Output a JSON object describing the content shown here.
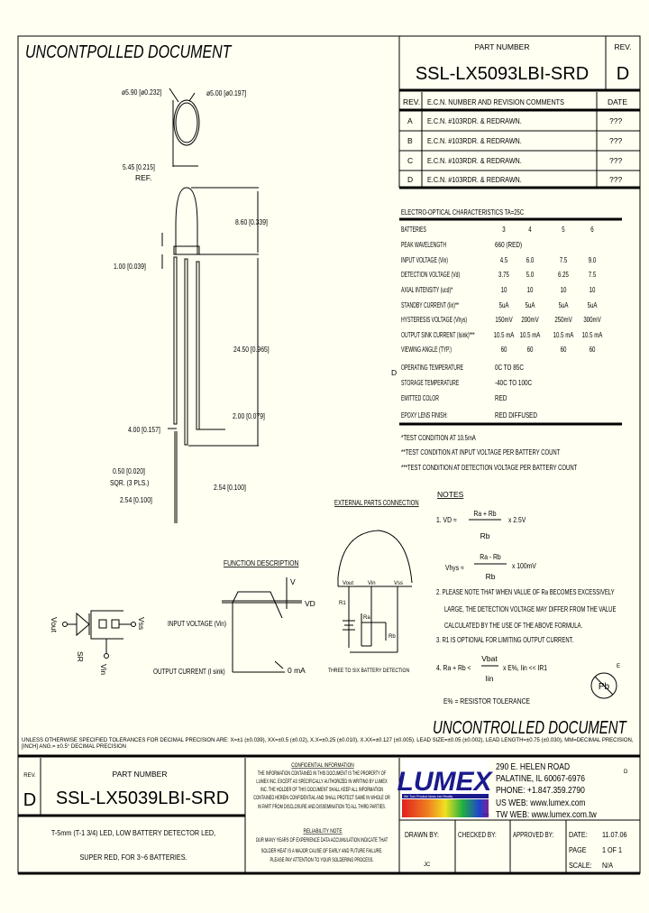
{
  "header": {
    "watermark_top": "UNCONTPOLLED DOCUMENT",
    "part_number_label": "PART NUMBER",
    "part_number": "SSL-LX5093LBI-SRD",
    "rev_label": "REV.",
    "rev": "D"
  },
  "revisions": {
    "columns": [
      "REV.",
      "E.C.N. NUMBER AND REVISION COMMENTS",
      "DATE"
    ],
    "rows": [
      {
        "rev": "A",
        "comment": "E.C.N. #103RDR. & REDRAWN.",
        "date": "???"
      },
      {
        "rev": "B",
        "comment": "E.C.N. #103RDR. & REDRAWN.",
        "date": "???"
      },
      {
        "rev": "C",
        "comment": "E.C.N. #103RDR. & REDRAWN.",
        "date": "???"
      },
      {
        "rev": "D",
        "comment": "E.C.N. #103RDR. & REDRAWN.",
        "date": "???"
      }
    ]
  },
  "characteristics": {
    "title": "ELECTRO-OPTICAL CHARACTERISTICS TA=25C",
    "rows": [
      {
        "label": "BATTERIES",
        "values": [
          "3",
          "4",
          "5",
          "6"
        ]
      },
      {
        "label": "PEAK WAVELENGTH",
        "span": "660 (RED)"
      },
      {
        "label": "INPUT VOLTAGE (Vin)",
        "values": [
          "4.5",
          "6.0",
          "7.5",
          "9.0"
        ]
      },
      {
        "label": "DETECTION VOLTAGE (Vd)",
        "values": [
          "3.75",
          "5.0",
          "6.25",
          "7.5"
        ]
      },
      {
        "label": "AXIAL INTENSITY (ucd)*",
        "values": [
          "10",
          "10",
          "10",
          "10"
        ]
      },
      {
        "label": "STANDBY CURRENT (Iin)**",
        "values": [
          "5uA",
          "5uA",
          "5uA",
          "5uA"
        ]
      },
      {
        "label": "HYSTERESIS VOLTAGE (Vhys)",
        "values": [
          "150mV",
          "200mV",
          "250mV",
          "300mV"
        ]
      },
      {
        "label": "OUTPUT SINK CURRENT (Isink)***",
        "values": [
          "10.5 mA",
          "10.5 mA",
          "10.5 mA",
          "10.5 mA"
        ]
      },
      {
        "label": "VIEWING ANGLE (TYP.)",
        "values": [
          "60",
          "60",
          "60",
          "60"
        ]
      },
      {
        "label": "OPERATING TEMPERATURE",
        "span": "0C TO 85C"
      },
      {
        "label": "STORAGE TEMPERATURE",
        "span": "-40C TO 100C"
      },
      {
        "label": "EMITTED COLOR",
        "span": "RED"
      },
      {
        "label": "EPOXY LENS FINISH:",
        "span": "RED DIFFUSED"
      }
    ],
    "footnotes": [
      "*TEST CONDITION AT 10.5mA",
      "**TEST CONDITION AT INPUT VOLTAGE PER BATTERY COUNT",
      "***TEST CONDITION AT DETECTION VOLTAGE PER BATTERY COUNT"
    ],
    "side_mark": "D"
  },
  "dimensions": {
    "d1": "ø5.90 [ø0.232]",
    "d2": "ø5.00 [ø0.197]",
    "d3": "5.45 [0.215]",
    "d3_ref": "REF.",
    "d4": "8.60 [0.339]",
    "d5": "1.00 [0.039]",
    "d6": "24.50 [0.965]",
    "d7": "2.00 [0.079]",
    "d8": "4.00 [0.157]",
    "d9": "0.50 [0.020]",
    "d9_sub": "SQR. (3 PLS.)",
    "d10": "2.54 [0.100]",
    "d11": "2.54 [0.100]"
  },
  "symbol": {
    "vout": "Vout",
    "vss": "Vss",
    "vin": "Vin",
    "sr": "SR"
  },
  "function_desc": {
    "title": "FUNCTION DESCRIPTION",
    "input_voltage": "INPUT VOLTAGE (Vin)",
    "output_current": "OUTPUT CURRENT (I sink)",
    "v": "V",
    "vd": "VD",
    "zero": "0 mA"
  },
  "external": {
    "title": "EXTERNAL PARTS CONNECTION",
    "vout": "Vout",
    "vin": "Vin",
    "vss": "Vss",
    "r1": "R1",
    "ra": "Ra",
    "rb": "Rb",
    "caption": "THREE TO SIX BATTERY DETECTION"
  },
  "notes": {
    "title": "NOTES",
    "n1_prefix": "1.  VD ≈",
    "n1_num": "Ra + Rb",
    "n1_den": "Rb",
    "n1_mult": "x 2.5V",
    "n1b_prefix": "Vhys ≈",
    "n1b_num": "Ra - Rb",
    "n1b_den": "Rb",
    "n1b_mult": "x 100mV",
    "n2_lines": [
      "2. PLEASE NOTE THAT WHEN VALUE OF Ra BECOMES EXCESSIVELY",
      "LARGE, THE DETECTION VOLTAGE MAY DIFFER FROM THE VALUE",
      "CALCULATED BY THE USE OF THE ABOVE FORMULA."
    ],
    "n3": "3. R1 IS OPTIONAL FOR LIMITING OUTPUT CURRENT.",
    "n4_prefix": "4. Ra + Rb <",
    "n4_num": "Vbat",
    "n4_den": "Iin",
    "n4_suffix": "x  E%, Iin << IR1",
    "n5": "E% = RESISTOR TOLERANCE",
    "rohs_mark": "Pb",
    "rohs_side": "E"
  },
  "watermark_bottom": "UNCONTROLLED DOCUMENT",
  "tolerance_text": "UNLESS OTHERWISE SPECIFIED TOLERANCES FOR DECIMAL PRECISION ARE: X=±1 (±0.039), XX=±0.5 (±0.02), X.X=±0.25 (±0.010), X.XX=±0.127 (±0.005).  LEAD SIZE=±0.05 (±0.002), LEAD LENGTH=±0.75 (±0.030), MM=DECIMAL PRECISION, [INCH]  ANG.= ±0.5° DECIMAL PRECISION",
  "title_block": {
    "rev_label": "REV.",
    "rev": "D",
    "part_number_label": "PART NUMBER",
    "part_number": "SSL-LX5039LBI-SRD",
    "description_line1": "T-5mm (T-1 3/4) LED, LOW BATTERY DETECTOR LED,",
    "description_line2": "SUPER RED, FOR 3~6 BATTERIES.",
    "confidential_title": "CONFIDENTIAL INFORMATION",
    "confidential_text": [
      "THE INFORMATION CONTAINED IN THIS DOCUMENT IS THE PROPERTY OF",
      "LUMEX INC. EXCEPT AS SPECIFICALLY AUTHORIZED IN WRITING BY LUMEX",
      "INC. THE HOLDER OF THIS DOCUMENT SHALL KEEP ALL INFORMATION",
      "CONTAINED HEREIN CONFIDENTIAL AND SHALL PROTECT SAME IN WHOLE OR",
      "IN PART FROM DISCLOSURE AND DISSEMINATION TO ALL THIRD PARTIES."
    ],
    "reliability_title": "RELIABILITY NOTE",
    "reliability_text": [
      "OUR MANY YEARS OF EXPERIENCE DATA ACCUMULATION INDICATE THAT",
      "SOLDER HEAT IS A MAJOR CAUSE OF EARLY AND FUTURE FAILURE.",
      "PLEASE PAY ATTENTION TO YOUR SOLDERING PROCESS."
    ],
    "logo_text": "LUMEX",
    "logo_tagline": "We Turn Product Ideas Into Reality",
    "logo_inc": "INC.",
    "address": [
      "290 E. HELEN ROAD",
      "PALATINE, IL 60067-6976",
      "PHONE: +1.847.359.2790",
      "US WEB: www.lumex.com",
      "TW WEB: www.lumex.com.tw"
    ],
    "side_mark": "D",
    "drawn_by_label": "DRAWN BY:",
    "drawn_by": "JC",
    "checked_by_label": "CHECKED BY:",
    "approved_by_label": "APPROVED BY:",
    "date_label": "DATE:",
    "date": "11.07.06",
    "page_label": "PAGE",
    "page": "1 OF 1",
    "scale_label": "SCALE:",
    "scale": "N/A"
  },
  "colors": {
    "background": "#fffff2",
    "logo_blue": "#1a1a8c"
  }
}
